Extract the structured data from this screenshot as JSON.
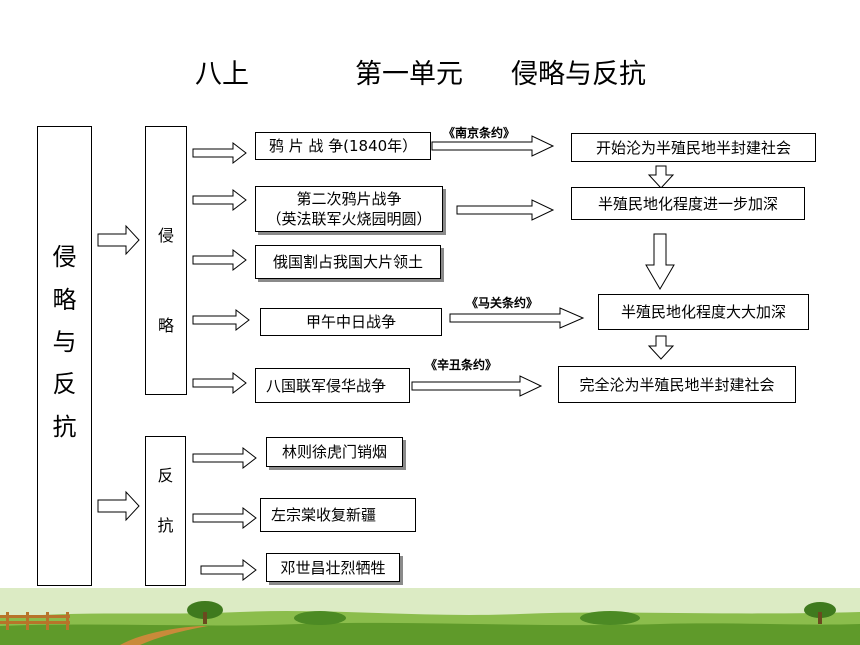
{
  "title": {
    "grade": "八上",
    "unit": "第一单元",
    "theme": "侵略与反抗"
  },
  "main_label": [
    "侵",
    "略",
    "与",
    "反",
    "抗"
  ],
  "aggression": {
    "label": [
      "侵",
      "略"
    ],
    "events": [
      {
        "text": "鸦 片 战 争(1840年）"
      },
      {
        "line1": "第二次鸦片战争",
        "line2": "（英法联军火烧园明圆）"
      },
      {
        "text": "俄国割占我国大片领土"
      },
      {
        "text": "甲午中日战争"
      },
      {
        "text": "八国联军侵华战争"
      }
    ]
  },
  "treaties": [
    "《南京条约》",
    "《马关条约》",
    "《辛丑条约》"
  ],
  "results": [
    "开始沦为半殖民地半封建社会",
    "半殖民地化程度进一步加深",
    "半殖民地化程度大大加深",
    "完全沦为半殖民地半封建社会"
  ],
  "resistance": {
    "label": [
      "反",
      "抗"
    ],
    "events": [
      "林则徐虎门销烟",
      "左宗棠收复新疆",
      "邓世昌壮烈牺牲"
    ]
  },
  "colors": {
    "grass": "#5f9a2a",
    "sky_band": "#dcebc4",
    "fence": "#b8742a",
    "shadow": "#8a8a8a"
  }
}
